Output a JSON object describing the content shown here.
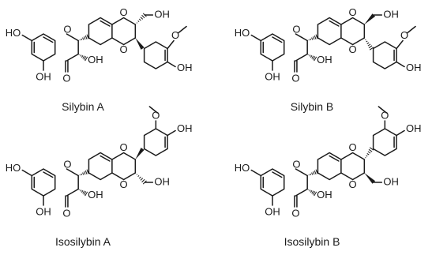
{
  "molecules": [
    {
      "name": "Silybin A",
      "labels": {
        "ho_a": "HO",
        "oh_a5": "OH",
        "o_keto": "O",
        "o_ring": "O",
        "oh_c3": "OH",
        "o_diox1": "O",
        "o_diox4": "O",
        "oh_ch2": "OH",
        "o_me": "O",
        "oh_ph": "OH"
      }
    },
    {
      "name": "Silybin B",
      "labels": {
        "ho_a": "HO",
        "oh_a5": "OH",
        "o_keto": "O",
        "o_ring": "O",
        "oh_c3": "OH",
        "o_diox1": "O",
        "o_diox4": "O",
        "oh_ch2": "OH",
        "o_me": "O",
        "oh_ph": "OH"
      }
    },
    {
      "name": "Isosilybin A",
      "labels": {
        "ho_a": "HO",
        "oh_a5": "OH",
        "o_keto": "O",
        "o_ring": "O",
        "oh_c3": "OH",
        "o_diox1": "O",
        "o_diox4": "O",
        "oh_ch2": "OH",
        "o_me": "O",
        "oh_ph": "OH"
      }
    },
    {
      "name": "Isosilybin B",
      "labels": {
        "ho_a": "HO",
        "oh_a5": "OH",
        "o_keto": "O",
        "o_ring": "O",
        "oh_c3": "OH",
        "o_diox1": "O",
        "o_diox4": "O",
        "oh_ch2": "OH",
        "o_me": "O",
        "oh_ph": "OH"
      }
    }
  ]
}
